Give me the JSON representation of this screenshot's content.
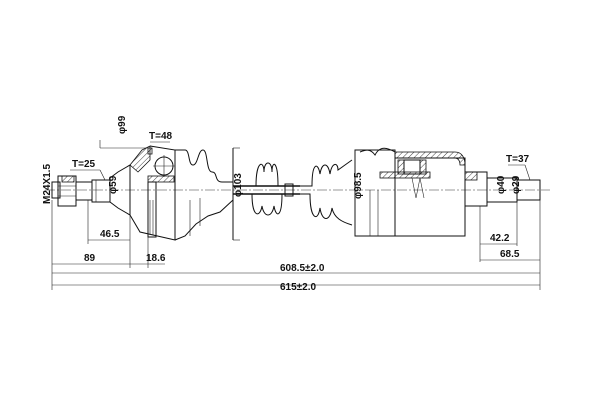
{
  "drawing": {
    "labels": {
      "thread": "M24X1.5",
      "t25": "T=25",
      "d59": "φ59",
      "d99": "φ99",
      "t48": "T=48",
      "d103": "φ103",
      "d98_5": "φ98.5",
      "d40": "φ40",
      "d29": "φ29",
      "t37": "T=37"
    },
    "dimensions": {
      "d46_5": "46.5",
      "d89": "89",
      "d18_6": "18.6",
      "d42_2": "42.2",
      "d68_5": "68.5",
      "d608_5": "608.5±2.0",
      "d615": "615±2.0"
    }
  }
}
